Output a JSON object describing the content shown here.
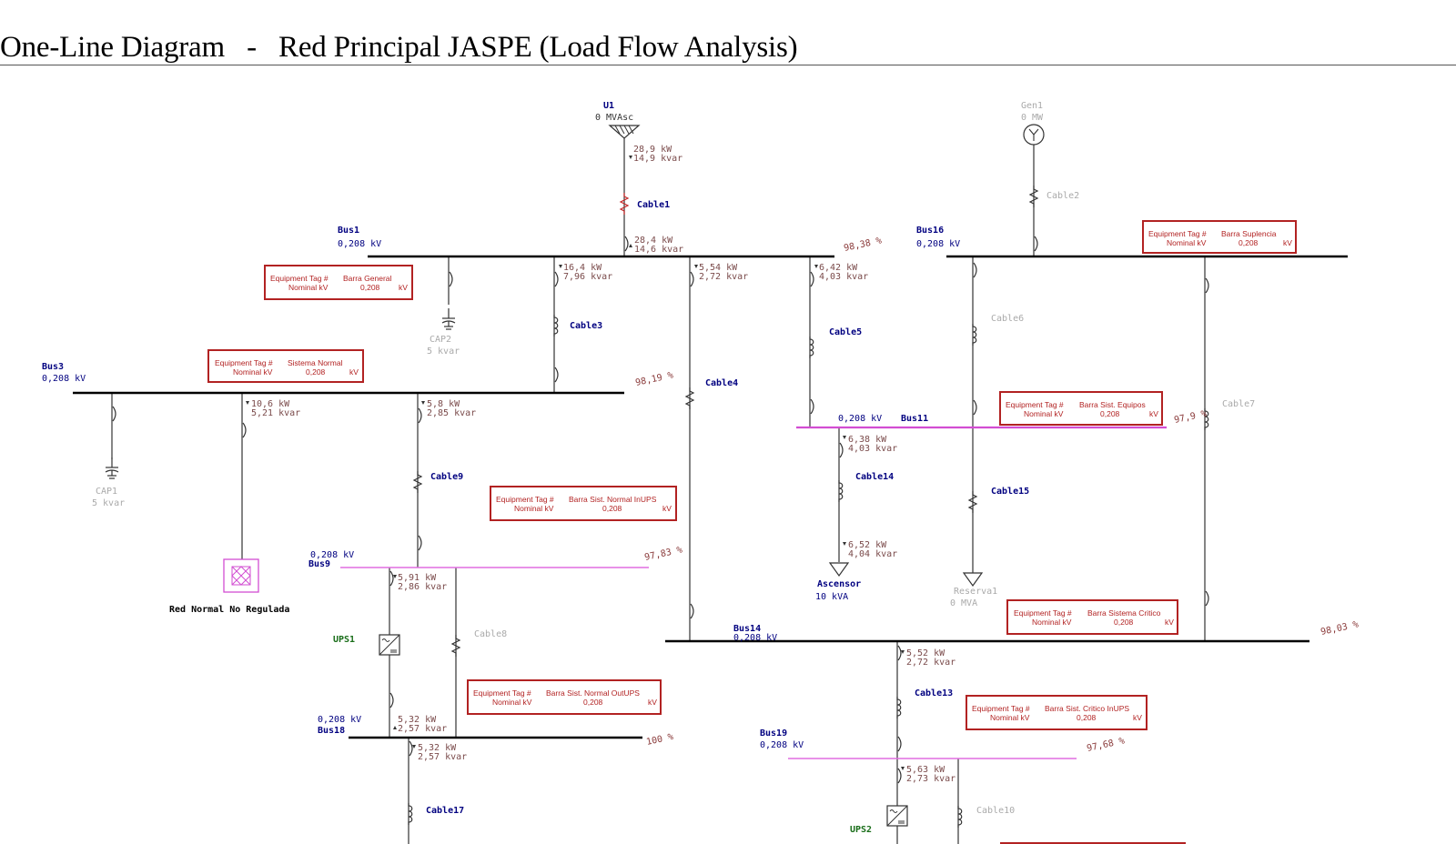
{
  "title": "One-Line Diagram   -   Red Principal JASPE (Load Flow Analysis)",
  "sources": {
    "u1": {
      "name": "U1",
      "rating": "0 MVAsc",
      "kw": "28,9 kW",
      "kvar": "14,9 kvar"
    },
    "gen1": {
      "name": "Gen1",
      "rating": "0 MW"
    }
  },
  "buses": {
    "bus1": {
      "name": "Bus1",
      "kv": "0,208 kV",
      "pct": "98,38 %"
    },
    "bus3": {
      "name": "Bus3",
      "kv": "0,208 kV",
      "pct": "98,19 %"
    },
    "bus16": {
      "name": "Bus16",
      "kv": "0,208 kV"
    },
    "bus11": {
      "name": "Bus11",
      "kv": "0,208 kV",
      "pct": "97,9 %"
    },
    "bus9": {
      "name": "Bus9",
      "kv": "0,208 kV",
      "pct": "97,83 %"
    },
    "bus14": {
      "name": "Bus14",
      "kv": "0,208 kV",
      "pct": "98,03 %"
    },
    "bus18": {
      "name": "Bus18",
      "kv": "0,208 kV",
      "pct": "100 %"
    },
    "bus19": {
      "name": "Bus19",
      "kv": "0,208 kV",
      "pct": "97,68 %"
    }
  },
  "cables": {
    "cable1": "Cable1",
    "cable2": "Cable2",
    "cable3": "Cable3",
    "cable4": "Cable4",
    "cable5": "Cable5",
    "cable6": "Cable6",
    "cable7": "Cable7",
    "cable8": "Cable8",
    "cable9": "Cable9",
    "cable10": "Cable10",
    "cable13": "Cable13",
    "cable14": "Cable14",
    "cable15": "Cable15",
    "cable17": "Cable17"
  },
  "capacitors": {
    "cap1": {
      "name": "CAP1",
      "rating": "5 kvar"
    },
    "cap2": {
      "name": "CAP2",
      "rating": "5 kvar"
    }
  },
  "loads": {
    "ascensor": {
      "name": "Ascensor",
      "rating": "10 kVA"
    },
    "reserva1": {
      "name": "Reserva1",
      "rating": "0 MVA"
    },
    "red_normal": {
      "name": "Red Normal No Regulada"
    }
  },
  "ups": {
    "ups1": "UPS1",
    "ups2": "UPS2"
  },
  "flows": {
    "u1_cable1_in": {
      "kw": "28,4 kW",
      "kvar": "14,6 kvar"
    },
    "bus1_cable3": {
      "kw": "16,4 kW",
      "kvar": "7,96 kvar"
    },
    "bus1_cable4": {
      "kw": "5,54 kW",
      "kvar": "2,72 kvar"
    },
    "bus1_cable5": {
      "kw": "6,42 kW",
      "kvar": "4,03 kvar"
    },
    "bus3_rednormal": {
      "kw": "10,6 kW",
      "kvar": "5,21 kvar"
    },
    "bus3_cable9": {
      "kw": "5,8 kW",
      "kvar": "2,85 kvar"
    },
    "bus11_cable14": {
      "kw": "6,38 kW",
      "kvar": "4,03 kvar"
    },
    "ascensor_in": {
      "kw": "6,52 kW",
      "kvar": "4,04 kvar"
    },
    "bus9_ups1": {
      "kw": "5,91 kW",
      "kvar": "2,86 kvar"
    },
    "bus18_in": {
      "kw": "5,32 kW",
      "kvar": "2,57 kvar"
    },
    "bus18_cable17": {
      "kw": "5,32 kW",
      "kvar": "2,57 kvar"
    },
    "bus14_cable13": {
      "kw": "5,52 kW",
      "kvar": "2,72 kvar"
    },
    "bus19_ups2": {
      "kw": "5,63 kW",
      "kvar": "2,73 kvar"
    }
  },
  "tags": {
    "header_tag": "Equipment Tag #",
    "header_kv": "Nominal kV",
    "unit": "kV",
    "barra_general": {
      "tag": "Barra General",
      "kv": "0,208"
    },
    "sistema_normal": {
      "tag": "Sistema Normal",
      "kv": "0,208"
    },
    "barra_suplencia": {
      "tag": "Barra Suplencia",
      "kv": "0,208"
    },
    "barra_sist_equipos": {
      "tag": "Barra Sist. Equipos",
      "kv": "0,208"
    },
    "barra_normal_inups": {
      "tag": "Barra Sist. Normal InUPS",
      "kv": "0,208"
    },
    "barra_sistema_critico": {
      "tag": "Barra Sistema Critico",
      "kv": "0,208"
    },
    "barra_normal_outups": {
      "tag": "Barra Sist. Normal OutUPS",
      "kv": "0,208"
    },
    "barra_critico_inups": {
      "tag": "Barra Sist. Critico InUPS",
      "kv": "0,208"
    }
  }
}
